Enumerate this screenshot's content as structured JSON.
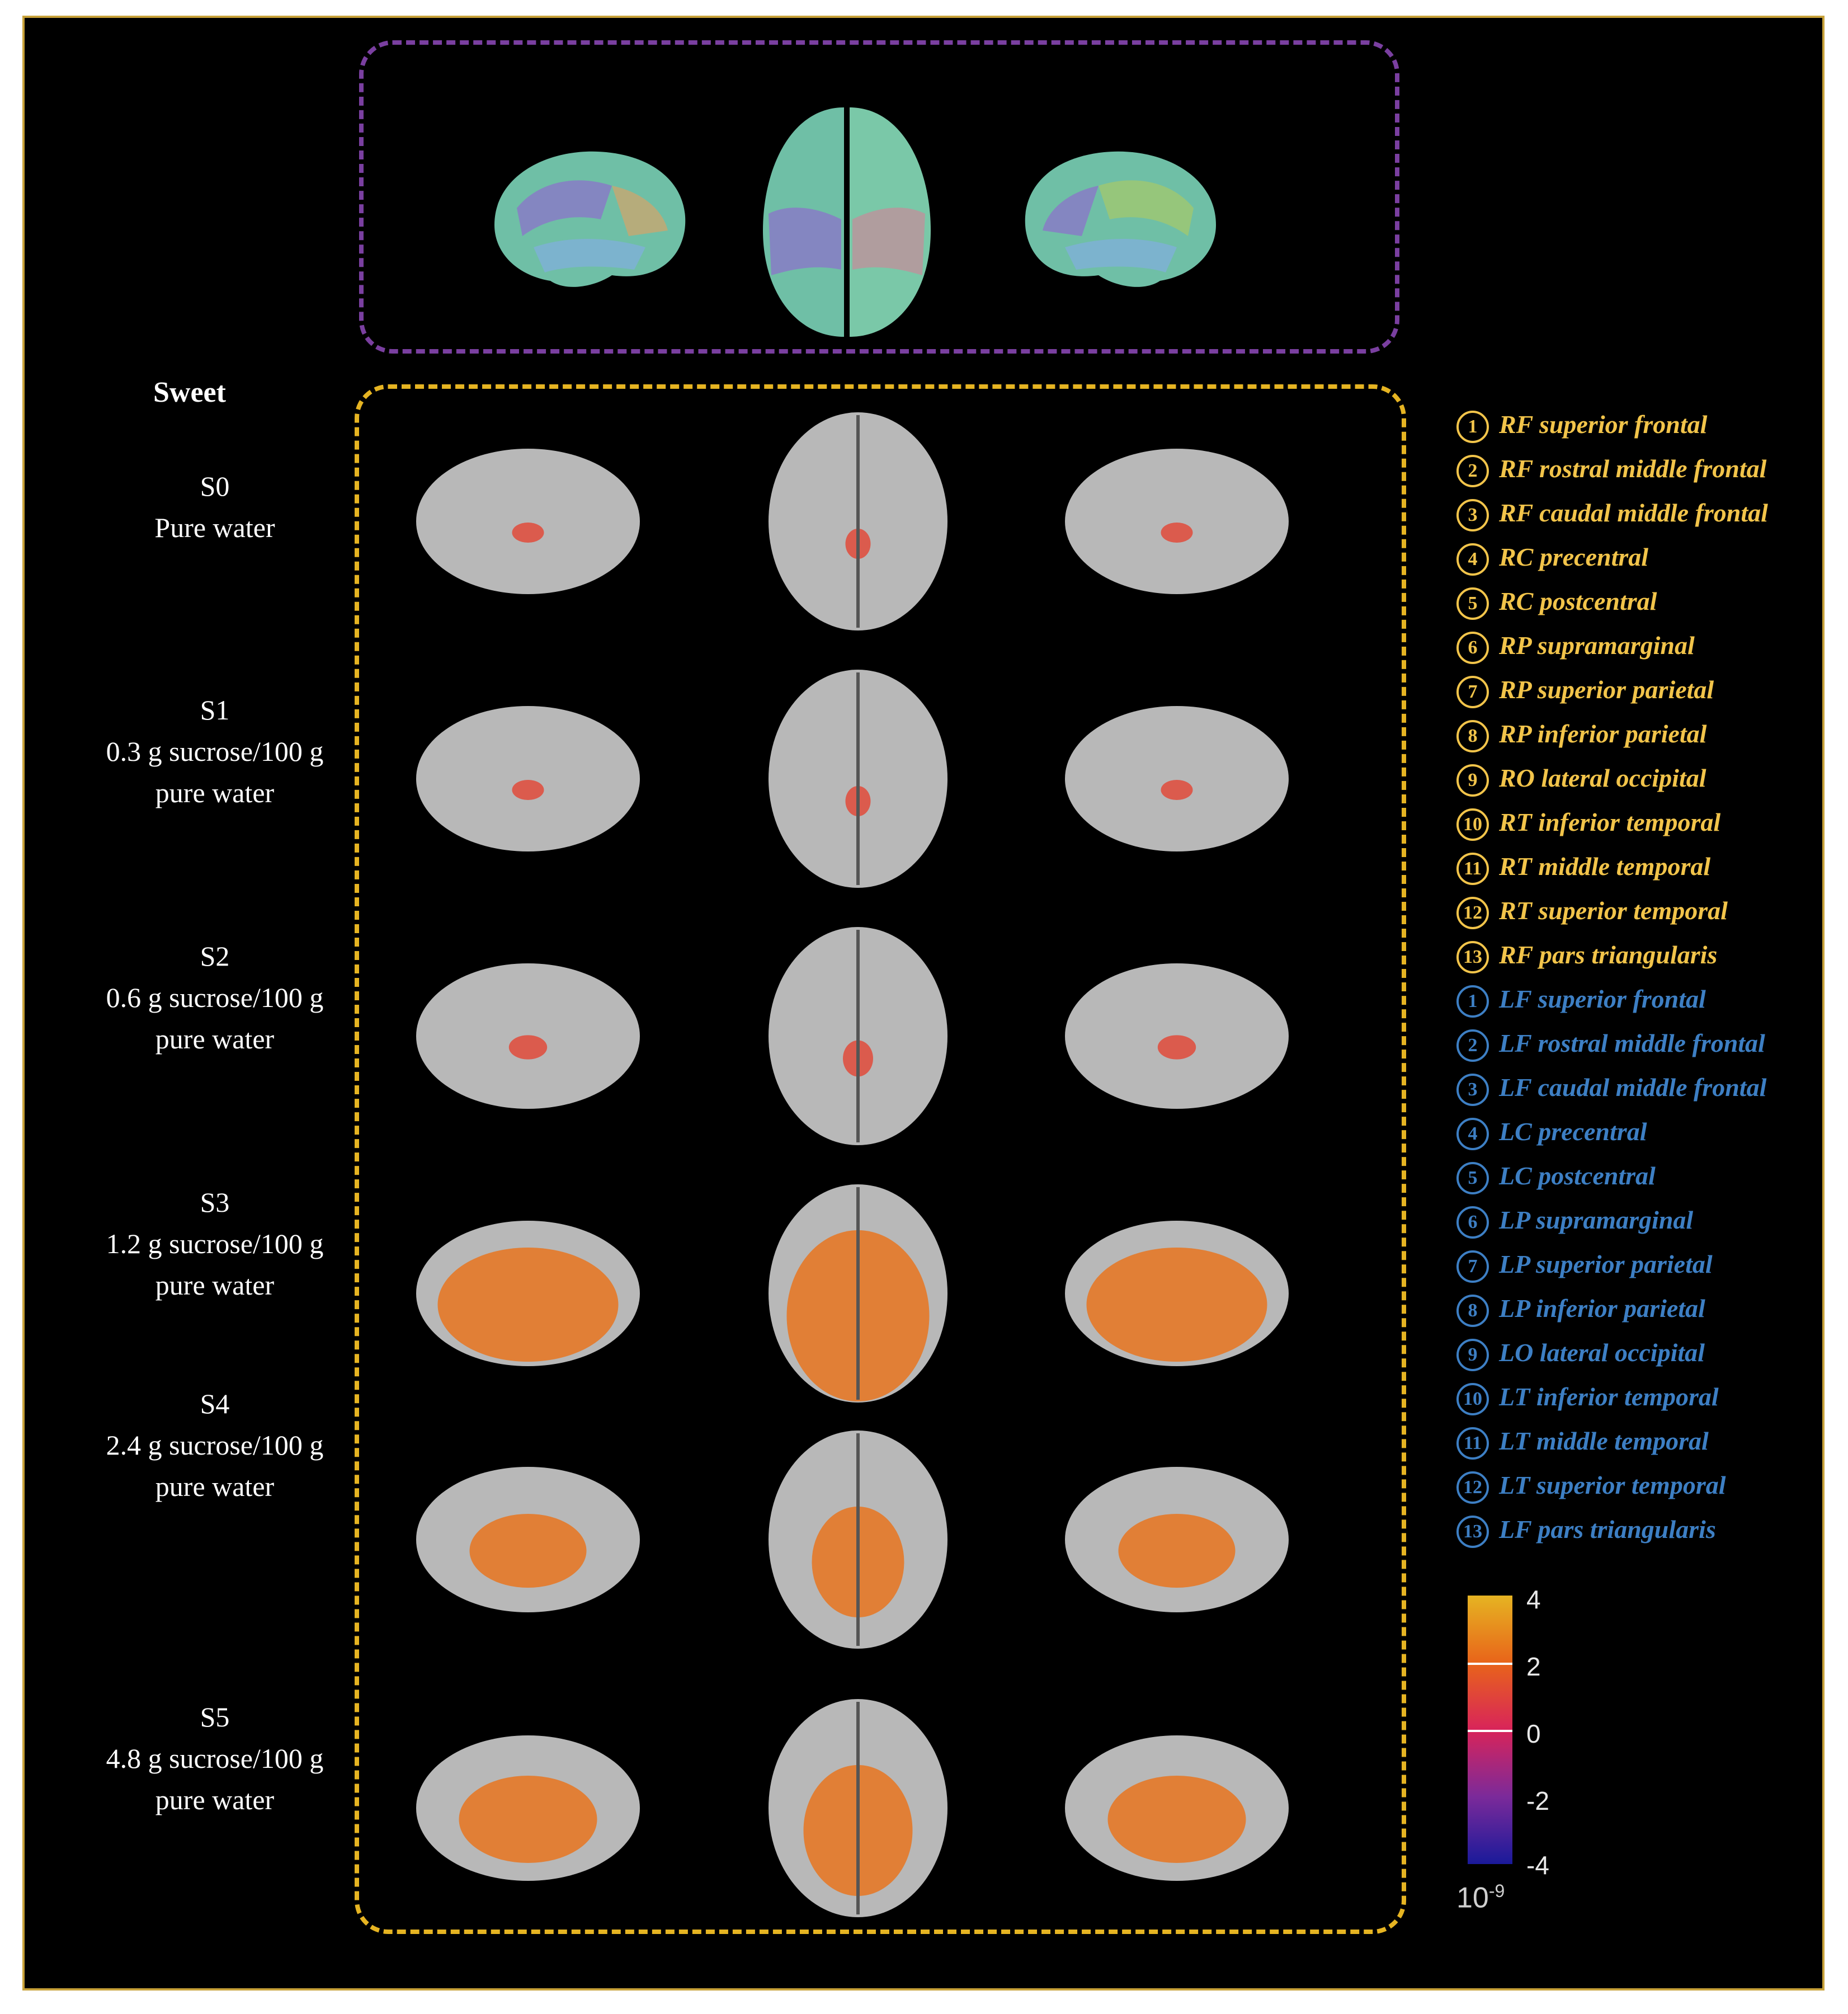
{
  "title": "Sweet",
  "conditions": [
    {
      "id": "S0",
      "desc1": "Pure water",
      "desc2": ""
    },
    {
      "id": "S1",
      "desc1": "0.3 g sucrose/100 g",
      "desc2": "pure water"
    },
    {
      "id": "S2",
      "desc1": "0.6 g sucrose/100 g",
      "desc2": "pure water"
    },
    {
      "id": "S3",
      "desc1": "1.2 g sucrose/100 g",
      "desc2": "pure water"
    },
    {
      "id": "S4",
      "desc1": "2.4 g sucrose/100 g",
      "desc2": "pure water"
    },
    {
      "id": "S5",
      "desc1": "4.8 g sucrose/100 g",
      "desc2": "pure water"
    }
  ],
  "legend_right": [
    {
      "num": "1",
      "label": "RF superior frontal"
    },
    {
      "num": "2",
      "label": "RF rostral middle frontal"
    },
    {
      "num": "3",
      "label": "RF caudal middle frontal"
    },
    {
      "num": "4",
      "label": "RC precentral"
    },
    {
      "num": "5",
      "label": "RC postcentral"
    },
    {
      "num": "6",
      "label": "RP supramarginal"
    },
    {
      "num": "7",
      "label": "RP superior parietal"
    },
    {
      "num": "8",
      "label": "RP inferior parietal"
    },
    {
      "num": "9",
      "label": "RO lateral occipital"
    },
    {
      "num": "10",
      "label": "RT inferior temporal"
    },
    {
      "num": "11",
      "label": "RT middle temporal"
    },
    {
      "num": "12",
      "label": "RT superior temporal"
    },
    {
      "num": "13",
      "label": "RF pars triangularis"
    }
  ],
  "legend_left": [
    {
      "num": "1",
      "label": "LF superior frontal"
    },
    {
      "num": "2",
      "label": "LF rostral middle frontal"
    },
    {
      "num": "3",
      "label": "LF caudal middle frontal"
    },
    {
      "num": "4",
      "label": "LC precentral"
    },
    {
      "num": "5",
      "label": "LC postcentral"
    },
    {
      "num": "6",
      "label": "LP supramarginal"
    },
    {
      "num": "7",
      "label": "LP superior parietal"
    },
    {
      "num": "8",
      "label": "LP inferior parietal"
    },
    {
      "num": "9",
      "label": "LO lateral occipital"
    },
    {
      "num": "10",
      "label": "LT inferior temporal"
    },
    {
      "num": "11",
      "label": "LT middle temporal"
    },
    {
      "num": "12",
      "label": "LT superior temporal"
    },
    {
      "num": "13",
      "label": "LF pars triangularis"
    }
  ],
  "colorbar": {
    "ticks": [
      "4",
      "2",
      "0",
      "-2",
      "-4"
    ],
    "exponent_base": "10",
    "exponent_power": "-9",
    "colors": [
      "#e6b422",
      "#e8641a",
      "#d8245a",
      "#7b2a9a",
      "#1a1a9a"
    ]
  },
  "colors": {
    "right_legend": "#f2c44a",
    "left_legend": "#3d7fc4",
    "atlas_border": "#7a3fa0",
    "activation_border": "#e6b422",
    "activation": "#e04a3a",
    "brain_gray": "#b8b8b8"
  },
  "activation_levels": [
    0.15,
    0.12,
    0.18,
    0.85,
    0.55,
    0.65
  ]
}
